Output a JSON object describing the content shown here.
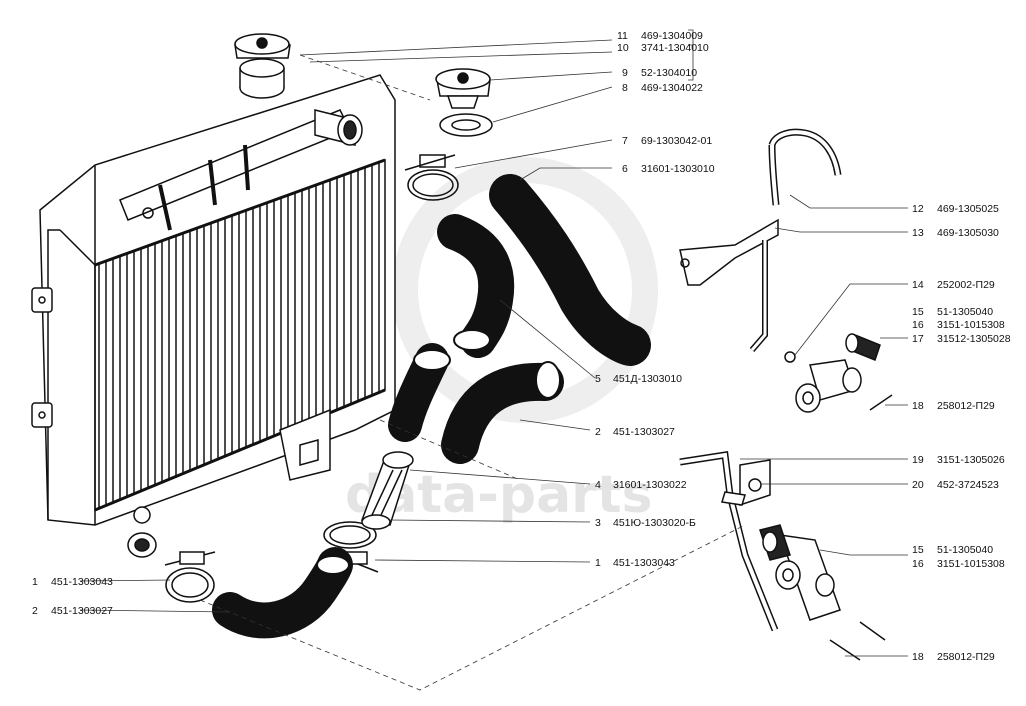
{
  "watermark": {
    "text": "data-parts"
  },
  "callouts": [
    {
      "num": "11",
      "code": "469-1304009"
    },
    {
      "num": "10",
      "code": "3741-1304010"
    },
    {
      "num": "9",
      "code": "52-1304010"
    },
    {
      "num": "8",
      "code": "469-1304022"
    },
    {
      "num": "7",
      "code": "69-1303042-01"
    },
    {
      "num": "6",
      "code": "31601-1303010"
    },
    {
      "num": "5",
      "code": "451Д-1303010"
    },
    {
      "num": "2",
      "code": "451-1303027"
    },
    {
      "num": "4",
      "code": "31601-1303022"
    },
    {
      "num": "3",
      "code": "451Ю-1303020-Б"
    },
    {
      "num": "1",
      "code": "451-1303043"
    },
    {
      "num": "1",
      "code": "451-1303043"
    },
    {
      "num": "2",
      "code": "451-1303027"
    },
    {
      "num": "12",
      "code": "469-1305025"
    },
    {
      "num": "13",
      "code": "469-1305030"
    },
    {
      "num": "14",
      "code": "252002-П29"
    },
    {
      "num": "15",
      "code": "51-1305040"
    },
    {
      "num": "16",
      "code": "3151-1015308"
    },
    {
      "num": "17",
      "code": "31512-1305028"
    },
    {
      "num": "18",
      "code": "258012-П29"
    },
    {
      "num": "19",
      "code": "3151-1305026"
    },
    {
      "num": "20",
      "code": "452-3724523"
    },
    {
      "num": "15",
      "code": "51-1305040"
    },
    {
      "num": "16",
      "code": "3151-1015308"
    },
    {
      "num": "18",
      "code": "258012-П29"
    }
  ]
}
